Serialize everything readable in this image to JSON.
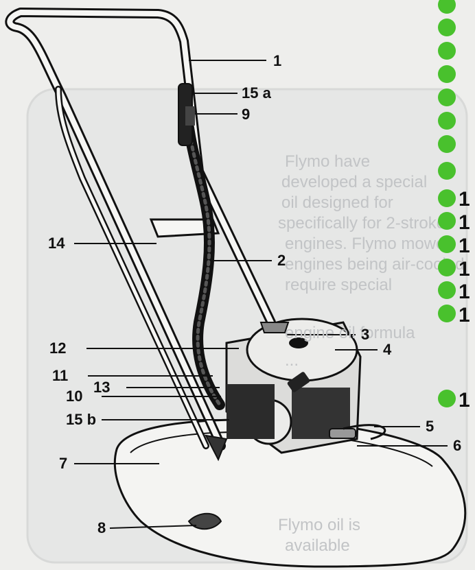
{
  "colors": {
    "paper": "#eeeeec",
    "ink": "#111111",
    "bullet": "#49c12d",
    "ghost_text": "#c2c4c6"
  },
  "callouts": [
    "1",
    "15 a",
    "9",
    "14",
    "2",
    "3",
    "12",
    "4",
    "11",
    "13",
    "10",
    "15 b",
    "5",
    "6",
    "7",
    "8"
  ],
  "ghost_text_lines": [
    "Flymo have",
    "developed a special",
    "oil designed for",
    "specifically for 2-stroke",
    "engines. Flymo mower",
    "engines being air-cooled",
    "require special",
    "engine oil formula",
    "...",
    "Flymo oil is",
    "available"
  ],
  "side_numbers": [
    "1",
    "1",
    "1",
    "1",
    "1",
    "1",
    "1"
  ]
}
